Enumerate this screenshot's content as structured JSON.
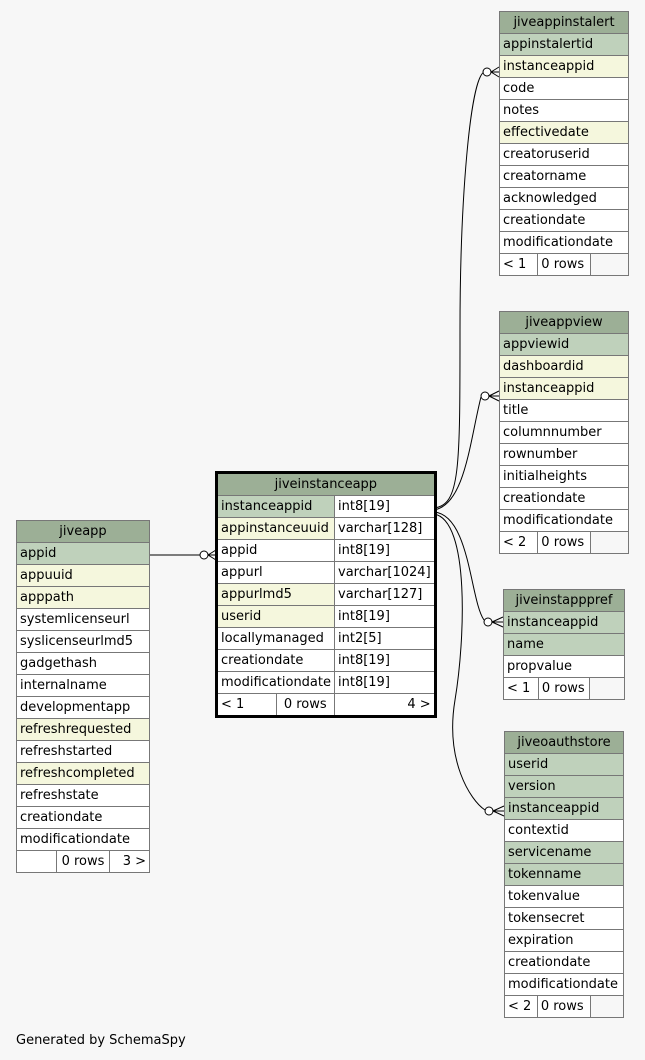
{
  "tables": {
    "jiveapp": {
      "name": "jiveapp",
      "columns": [
        {
          "name": "appid",
          "kind": "pk"
        },
        {
          "name": "appuuid",
          "kind": "fk"
        },
        {
          "name": "apppath",
          "kind": "fk"
        },
        {
          "name": "systemlicenseurl",
          "kind": "plain"
        },
        {
          "name": "syslicenseurlmd5",
          "kind": "plain"
        },
        {
          "name": "gadgethash",
          "kind": "plain"
        },
        {
          "name": "internalname",
          "kind": "plain"
        },
        {
          "name": "developmentapp",
          "kind": "plain"
        },
        {
          "name": "refreshrequested",
          "kind": "fk"
        },
        {
          "name": "refreshstarted",
          "kind": "plain"
        },
        {
          "name": "refreshcompleted",
          "kind": "fk"
        },
        {
          "name": "refreshstate",
          "kind": "plain"
        },
        {
          "name": "creationdate",
          "kind": "plain"
        },
        {
          "name": "modificationdate",
          "kind": "plain"
        }
      ],
      "footer": [
        "",
        "0 rows",
        "3 >"
      ]
    },
    "jiveinstanceapp": {
      "name": "jiveinstanceapp",
      "columns": [
        {
          "name": "instanceappid",
          "type": "int8[19]",
          "kind": "pk"
        },
        {
          "name": "appinstanceuuid",
          "type": "varchar[128]",
          "kind": "fk"
        },
        {
          "name": "appid",
          "type": "int8[19]",
          "kind": "plain"
        },
        {
          "name": "appurl",
          "type": "varchar[1024]",
          "kind": "plain"
        },
        {
          "name": "appurlmd5",
          "type": "varchar[127]",
          "kind": "fk"
        },
        {
          "name": "userid",
          "type": "int8[19]",
          "kind": "fk"
        },
        {
          "name": "locallymanaged",
          "type": "int2[5]",
          "kind": "plain"
        },
        {
          "name": "creationdate",
          "type": "int8[19]",
          "kind": "plain"
        },
        {
          "name": "modificationdate",
          "type": "int8[19]",
          "kind": "plain"
        }
      ],
      "footer": [
        "< 1",
        "0 rows",
        "4 >"
      ]
    },
    "jiveappinstalert": {
      "name": "jiveappinstalert",
      "columns": [
        {
          "name": "appinstalertid",
          "kind": "pk"
        },
        {
          "name": "instanceappid",
          "kind": "fk"
        },
        {
          "name": "code",
          "kind": "plain"
        },
        {
          "name": "notes",
          "kind": "plain"
        },
        {
          "name": "effectivedate",
          "kind": "fk"
        },
        {
          "name": "creatoruserid",
          "kind": "plain"
        },
        {
          "name": "creatorname",
          "kind": "plain"
        },
        {
          "name": "acknowledged",
          "kind": "plain"
        },
        {
          "name": "creationdate",
          "kind": "plain"
        },
        {
          "name": "modificationdate",
          "kind": "plain"
        }
      ],
      "footer": [
        "< 1",
        "0 rows",
        ""
      ]
    },
    "jiveappview": {
      "name": "jiveappview",
      "columns": [
        {
          "name": "appviewid",
          "kind": "pk"
        },
        {
          "name": "dashboardid",
          "kind": "fk"
        },
        {
          "name": "instanceappid",
          "kind": "fk"
        },
        {
          "name": "title",
          "kind": "plain"
        },
        {
          "name": "columnnumber",
          "kind": "plain"
        },
        {
          "name": "rownumber",
          "kind": "plain"
        },
        {
          "name": "initialheights",
          "kind": "plain"
        },
        {
          "name": "creationdate",
          "kind": "plain"
        },
        {
          "name": "modificationdate",
          "kind": "plain"
        }
      ],
      "footer": [
        "< 2",
        "0 rows",
        ""
      ]
    },
    "jiveinstapppref": {
      "name": "jiveinstapppref",
      "columns": [
        {
          "name": "instanceappid",
          "kind": "pk"
        },
        {
          "name": "name",
          "kind": "pk"
        },
        {
          "name": "propvalue",
          "kind": "plain"
        }
      ],
      "footer": [
        "< 1",
        "0 rows",
        ""
      ]
    },
    "jiveoauthstore": {
      "name": "jiveoauthstore",
      "columns": [
        {
          "name": "userid",
          "kind": "pk"
        },
        {
          "name": "version",
          "kind": "pk"
        },
        {
          "name": "instanceappid",
          "kind": "pk"
        },
        {
          "name": "contextid",
          "kind": "plain"
        },
        {
          "name": "servicename",
          "kind": "pk"
        },
        {
          "name": "tokenname",
          "kind": "pk"
        },
        {
          "name": "tokenvalue",
          "kind": "plain"
        },
        {
          "name": "tokensecret",
          "kind": "plain"
        },
        {
          "name": "expiration",
          "kind": "plain"
        },
        {
          "name": "creationdate",
          "kind": "plain"
        },
        {
          "name": "modificationdate",
          "kind": "plain"
        }
      ],
      "footer": [
        "< 2",
        "0 rows",
        ""
      ]
    }
  },
  "colors": {
    "header": "#9caf96",
    "primary_key": "#bfd1bb",
    "foreign_key": "#f5f7dd",
    "background": "#f7f7f7"
  },
  "footer_note": "Generated by SchemaSpy"
}
